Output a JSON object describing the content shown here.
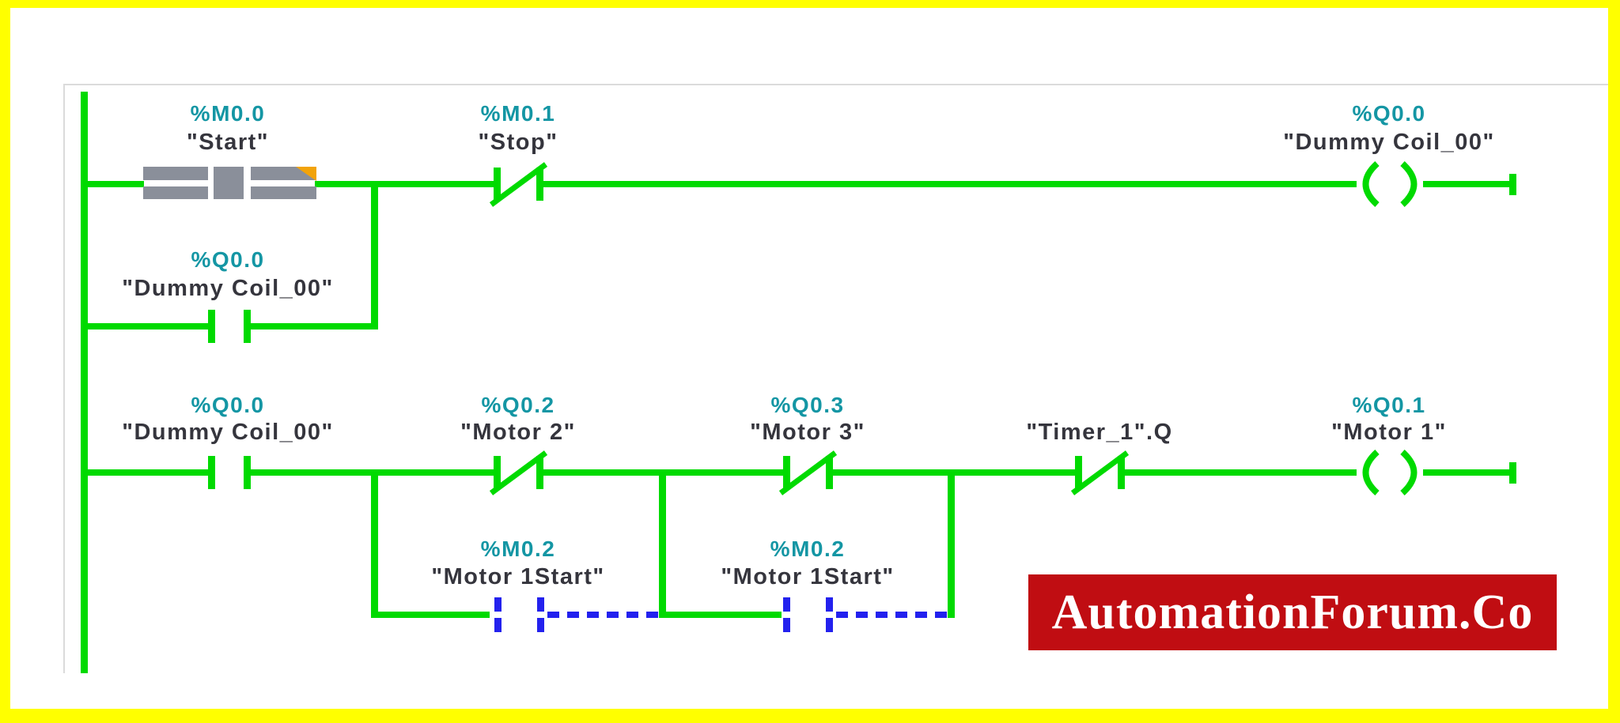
{
  "colors": {
    "power_flow_green": "#00da00",
    "interrupted_branch_blue": "#2321ee",
    "address_teal": "#1496a4",
    "operand_text": "#35353d",
    "selected_block_gray": "#8a8f9a",
    "collapse_marker_orange": "#f2a30a",
    "frame_yellow": "#ffff00",
    "editor_border_gray": "#dbdbdb",
    "watermark_red": "#c00d12",
    "watermark_text_white": "#ffffff"
  },
  "ladder": {
    "elements": [
      {
        "id": "start-contact",
        "type": "NO contact (selected)",
        "address": "%M0.0",
        "name": "\"Start\""
      },
      {
        "id": "stop-contact",
        "type": "NC contact",
        "address": "%M0.1",
        "name": "\"Stop\""
      },
      {
        "id": "dummy-coil-output",
        "type": "output coil",
        "address": "%Q0.0",
        "name": "\"Dummy Coil_00\""
      },
      {
        "id": "dummy-coil-sealin",
        "type": "NO contact",
        "address": "%Q0.0",
        "name": "\"Dummy Coil_00\""
      },
      {
        "id": "dummy-coil-rung2",
        "type": "NO contact",
        "address": "%Q0.0",
        "name": "\"Dummy Coil_00\""
      },
      {
        "id": "motor2-interlock",
        "type": "NC contact",
        "address": "%Q0.2",
        "name": "\"Motor 2\""
      },
      {
        "id": "motor3-interlock",
        "type": "NC contact",
        "address": "%Q0.3",
        "name": "\"Motor 3\""
      },
      {
        "id": "timer-q-contact",
        "type": "NC contact",
        "address": "",
        "name": "\"Timer_1\".Q"
      },
      {
        "id": "motor1-output",
        "type": "output coil",
        "address": "%Q0.1",
        "name": "\"Motor 1\""
      },
      {
        "id": "motor1start-branch-a",
        "type": "NO contact (inactive)",
        "address": "%M0.2",
        "name": "\"Motor 1Start\""
      },
      {
        "id": "motor1start-branch-b",
        "type": "NO contact (inactive)",
        "address": "%M0.2",
        "name": "\"Motor 1Start\""
      }
    ]
  },
  "watermark": {
    "text": "AutomationForum.Co"
  }
}
